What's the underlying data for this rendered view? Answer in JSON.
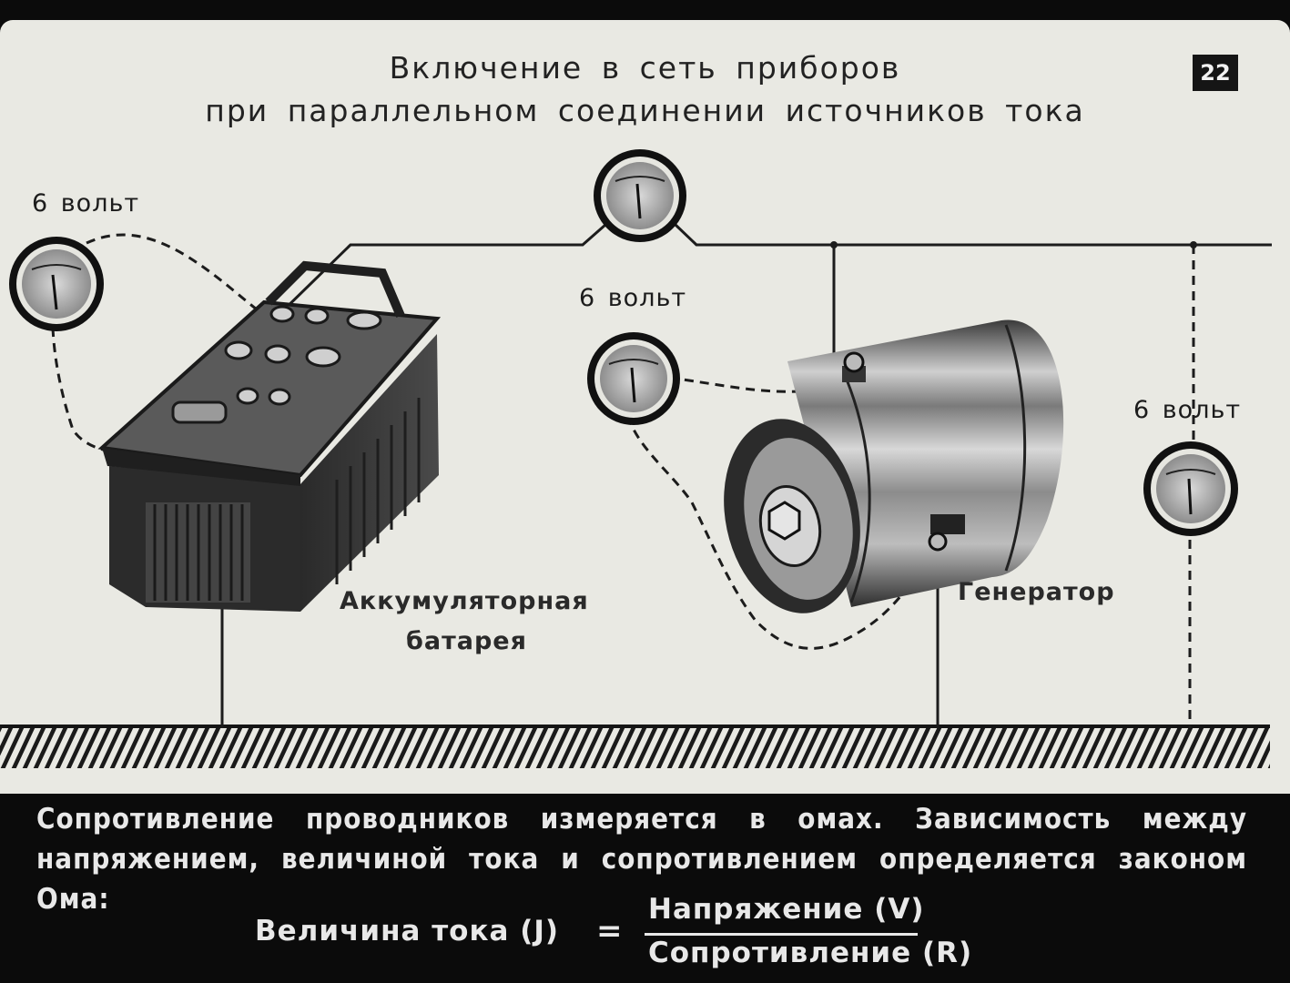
{
  "title": {
    "line1": "Включение в сеть приборов",
    "line2": "при параллельном соединении источников тока"
  },
  "slide_number": "22",
  "labels": {
    "volt_left": "6 вольт",
    "volt_middle": "6 вольт",
    "volt_right": "6 вольт",
    "battery_line1": "Аккумуляторная",
    "battery_line2": "батарея",
    "generator": "Генератор"
  },
  "caption": {
    "text": "Сопротивление проводников измеряется в омах. Зависимость между напряжением, величиной тока и сопротивлением определяется законом Ома:"
  },
  "formula": {
    "left": "Величина тока (J)",
    "equals": "=",
    "numerator": "Напряжение (V)",
    "denominator": "Сопротивление (R)"
  }
}
